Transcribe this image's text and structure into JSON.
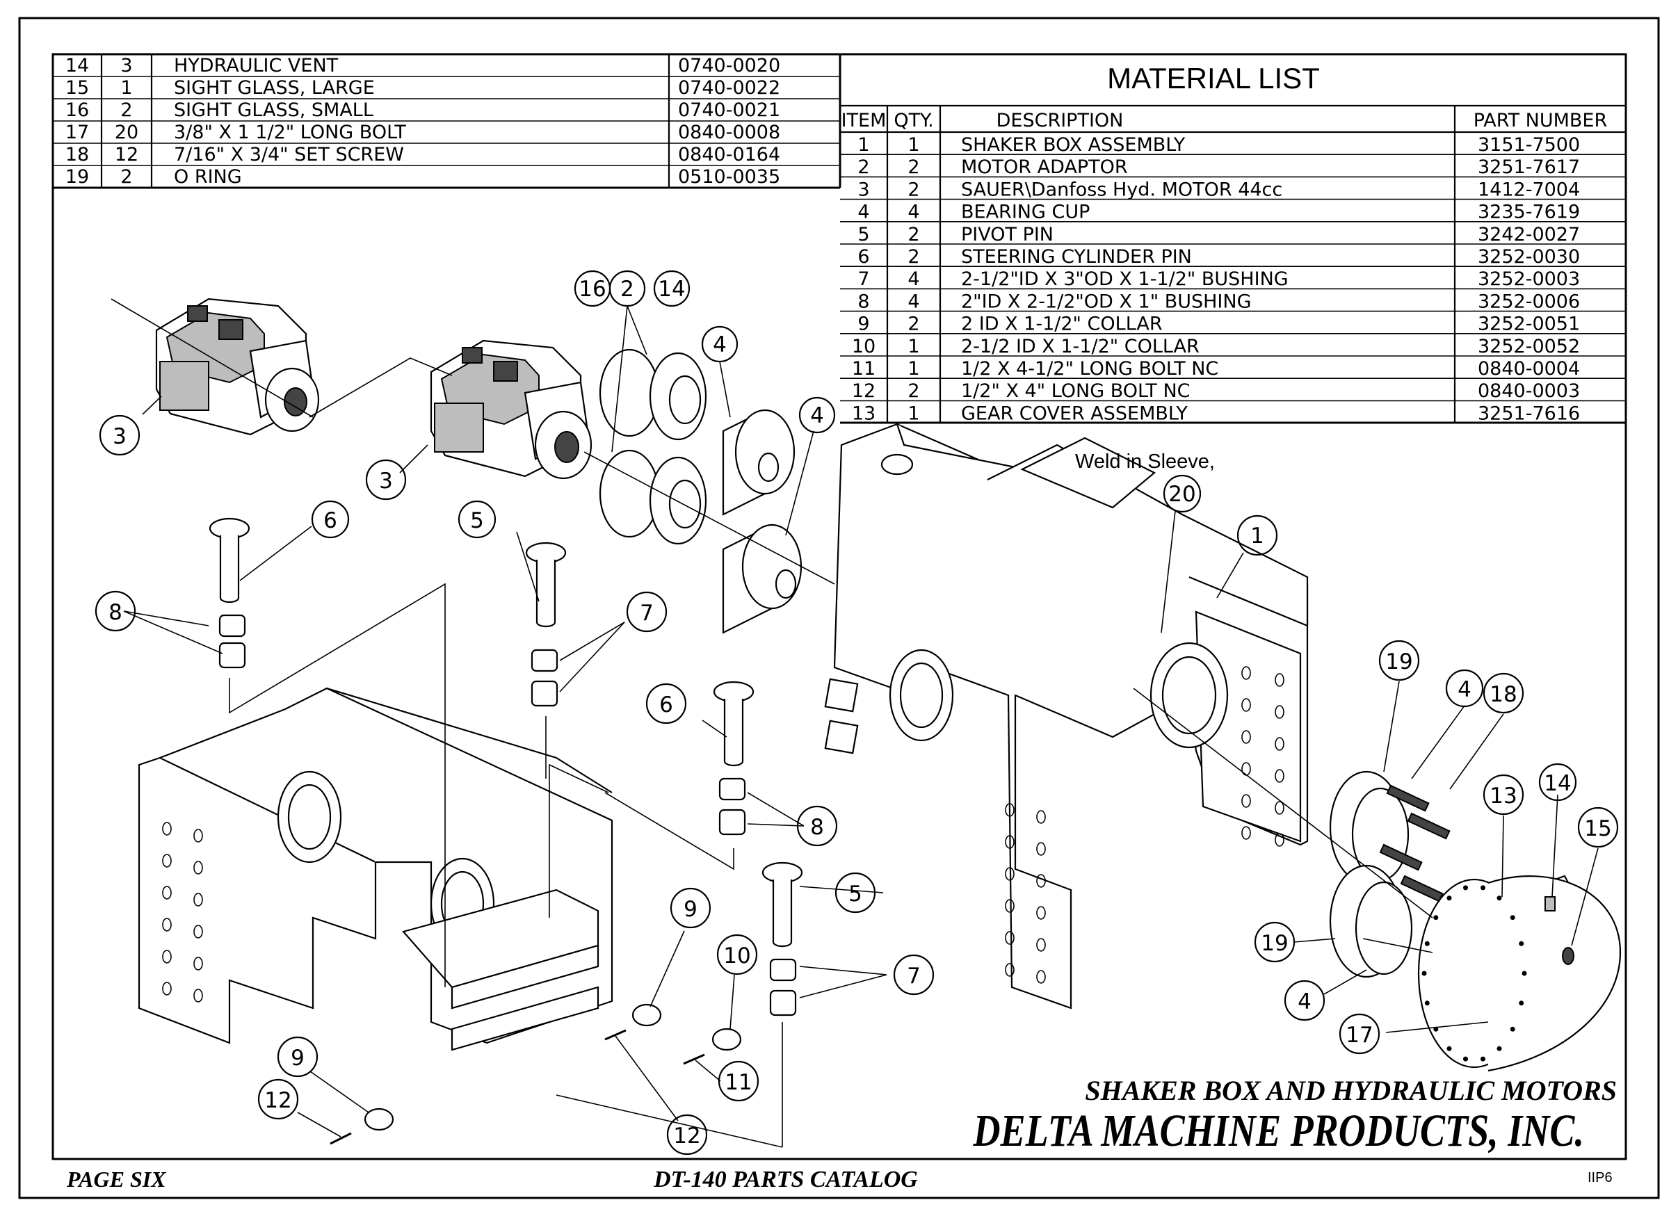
{
  "upper_list": [
    {
      "item": "14",
      "qty": "3",
      "description": "HYDRAULIC VENT",
      "part": "0740-0020"
    },
    {
      "item": "15",
      "qty": "1",
      "description": "SIGHT GLASS, LARGE",
      "part": "0740-0022"
    },
    {
      "item": "16",
      "qty": "2",
      "description": "SIGHT GLASS, SMALL",
      "part": "0740-0021"
    },
    {
      "item": "17",
      "qty": "20",
      "description": "3/8\" X 1 1/2\" LONG BOLT",
      "part": "0840-0008"
    },
    {
      "item": "18",
      "qty": "12",
      "description": "7/16\" X 3/4\" SET SCREW",
      "part": "0840-0164"
    },
    {
      "item": "19",
      "qty": "2",
      "description": "O RING",
      "part": "0510-0035"
    }
  ],
  "material_list": {
    "title": "MATERIAL LIST",
    "headers": {
      "item": "ITEM",
      "qty": "QTY.",
      "description": "DESCRIPTION",
      "part": "PART NUMBER"
    },
    "rows": [
      {
        "item": "1",
        "qty": "1",
        "description": "SHAKER BOX ASSEMBLY",
        "part": "3151-7500"
      },
      {
        "item": "2",
        "qty": "2",
        "description": "MOTOR ADAPTOR",
        "part": "3251-7617"
      },
      {
        "item": "3",
        "qty": "2",
        "description": "SAUER\\Danfoss Hyd. MOTOR 44cc",
        "part": "1412-7004"
      },
      {
        "item": "4",
        "qty": "4",
        "description": "BEARING CUP",
        "part": "3235-7619"
      },
      {
        "item": "5",
        "qty": "2",
        "description": "PIVOT PIN",
        "part": "3242-0027"
      },
      {
        "item": "6",
        "qty": "2",
        "description": "STEERING CYLINDER PIN",
        "part": "3252-0030"
      },
      {
        "item": "7",
        "qty": "4",
        "description": "2-1/2\"ID X 3\"OD X 1-1/2\" BUSHING",
        "part": "3252-0003"
      },
      {
        "item": "8",
        "qty": "4",
        "description": "2\"ID X 2-1/2\"OD X 1\" BUSHING",
        "part": "3252-0006"
      },
      {
        "item": "9",
        "qty": "2",
        "description": "2 ID X 1-1/2\" COLLAR",
        "part": "3252-0051"
      },
      {
        "item": "10",
        "qty": "1",
        "description": "2-1/2 ID X 1-1/2\" COLLAR",
        "part": "3252-0052"
      },
      {
        "item": "11",
        "qty": "1",
        "description": "1/2 X 4-1/2\" LONG BOLT NC",
        "part": "0840-0004"
      },
      {
        "item": "12",
        "qty": "2",
        "description": "1/2\" X 4\" LONG BOLT NC",
        "part": "0840-0003"
      },
      {
        "item": "13",
        "qty": "1",
        "description": "GEAR COVER ASSEMBLY",
        "part": "3251-7616"
      }
    ]
  },
  "note": "Weld in Sleeve,",
  "drawing_title": "SHAKER BOX AND HYDRAULIC MOTORS",
  "company": "DELTA MACHINE PRODUCTS, INC.",
  "footer": {
    "page": "PAGE SIX",
    "catalog": "DT-140 PARTS CATALOG",
    "code": "IIP6"
  },
  "callouts": {
    "c16": "16",
    "c2": "2",
    "c14a": "14",
    "c4a": "4",
    "c4b": "4",
    "c3a": "3",
    "c3b": "3",
    "c6a": "6",
    "c5a": "5",
    "c20": "20",
    "c1": "1",
    "c8a": "8",
    "c7a": "7",
    "c6b": "6",
    "c8b": "8",
    "c19a": "19",
    "c4c": "4",
    "c18": "18",
    "c13": "13",
    "c14b": "14",
    "c15": "15",
    "c5b": "5",
    "c9a": "9",
    "c10": "10",
    "c7b": "7",
    "c19b": "19",
    "c4d": "4",
    "c17": "17",
    "c9b": "9",
    "c11": "11",
    "c12a": "12",
    "c12b": "12"
  }
}
